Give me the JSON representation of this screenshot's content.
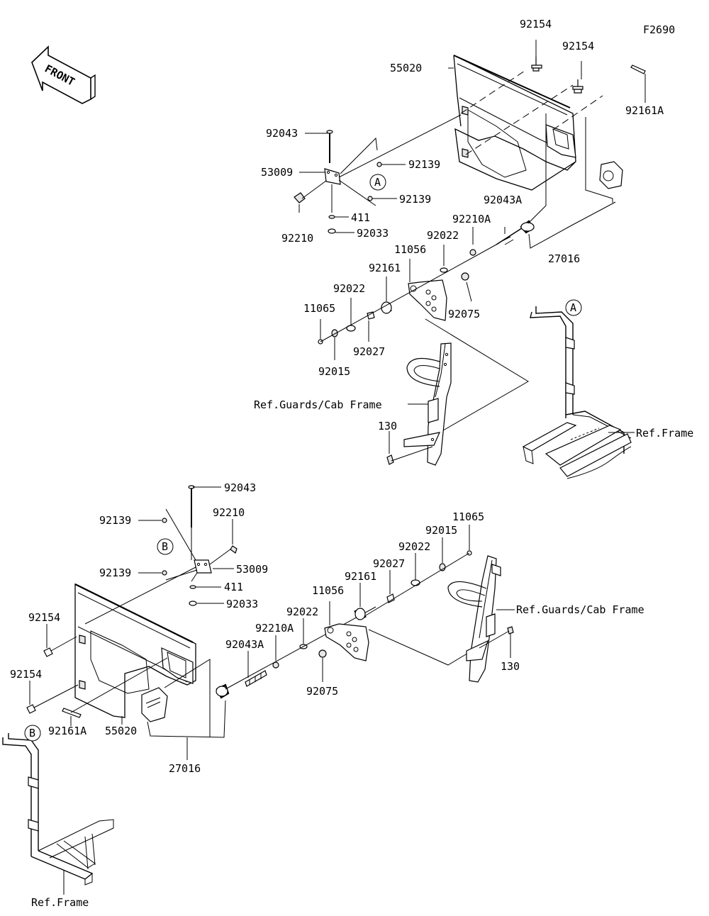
{
  "figure_id": "F2690",
  "front_label": "FRONT",
  "refs": {
    "A": "A",
    "B": "B"
  },
  "top_labels": {
    "p92154a": "92154",
    "p92154b": "92154",
    "p55020": "55020",
    "p92161A": "92161A",
    "p92043": "92043",
    "p92139a": "92139",
    "p53009": "53009",
    "p92139b": "92139",
    "p411": "411",
    "p92210": "92210",
    "p92033": "92033",
    "p92043A": "92043A",
    "p92210A": "92210A",
    "p92022a": "92022",
    "p27016": "27016",
    "p11056": "11056",
    "p92161": "92161",
    "p92022b": "92022",
    "p92075": "92075",
    "p11065": "11065",
    "p92027": "92027",
    "p92015": "92015",
    "refGuards": "Ref.Guards/Cab Frame",
    "p130": "130",
    "refFrame": "Ref.Frame"
  },
  "bottom_labels": {
    "p92043": "92043",
    "p92139a": "92139",
    "p92210": "92210",
    "p92139b": "92139",
    "p53009": "53009",
    "p411": "411",
    "p92033": "92033",
    "p11065": "11065",
    "p92015": "92015",
    "p92022a": "92022",
    "p92027": "92027",
    "p92161": "92161",
    "p11056": "11056",
    "p92022b": "92022",
    "refGuards": "Ref.Guards/Cab Frame",
    "p92154a": "92154",
    "p92210A": "92210A",
    "p92043A": "92043A",
    "p130": "130",
    "p92075": "92075",
    "p92154b": "92154",
    "p92161A": "92161A",
    "p55020": "55020",
    "p27016": "27016",
    "refFrame": "Ref.Frame"
  }
}
